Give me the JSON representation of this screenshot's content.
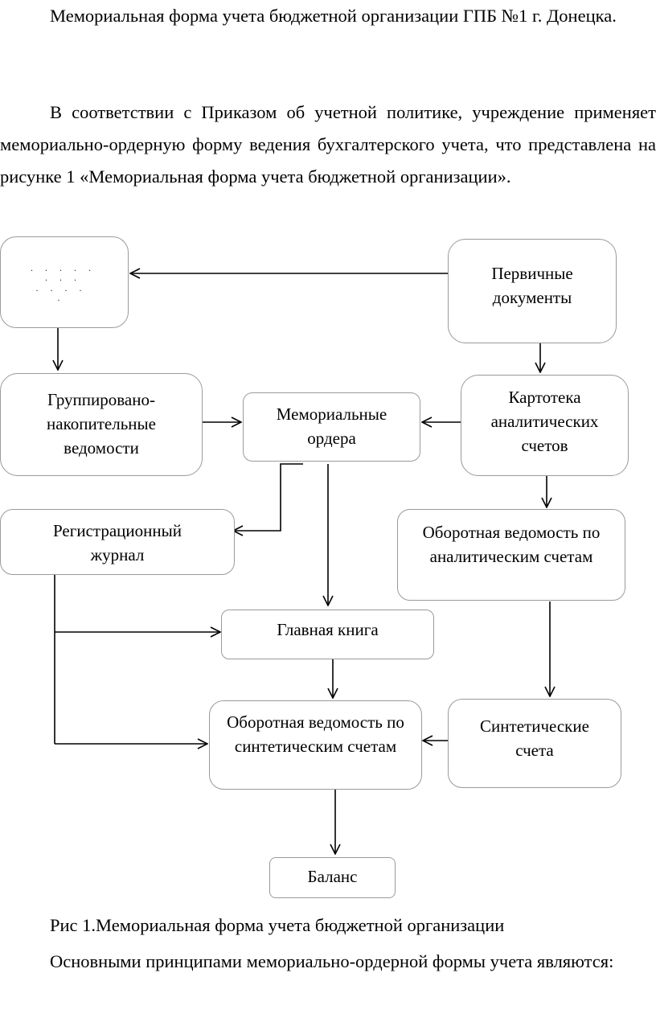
{
  "paragraphs": {
    "p1": "Мемориальная форма учета бюджетной организации ГПБ №1 г. Донецка.",
    "p2": "В соответствии с Приказом об учетной политике, учреждение применяет мемориально-ордерную форму ведения бухгалтерского учета, что представлена на рисунке 1 «Мемориальная форма учета бюджетной организации».",
    "p3": "Основными принципами мемориально-ордерной формы учета являются:"
  },
  "diagram": {
    "nodes": {
      "placeholder": {
        "line1": ". . . . . . . .",
        "line2": ". . . . ."
      },
      "primary_docs": "Первичные документы",
      "grouping": "Группировано-накопительные ведомости",
      "memorial_orders": "Мемориальные ордера",
      "card_index": "Картотека аналитических счетов",
      "registration_journal": "Регистрационный журнал",
      "analytic_turnover": "Оборотная ведомость по аналитическим счетам",
      "general_ledger": "Главная книга",
      "synthetic_turnover": "Оборотная ведомость по синтетическим счетам",
      "synthetic_accounts": "Синтетические счета",
      "balance": "Баланс"
    }
  },
  "caption": "Рис 1.Мемориальная форма учета бюджетной организации"
}
